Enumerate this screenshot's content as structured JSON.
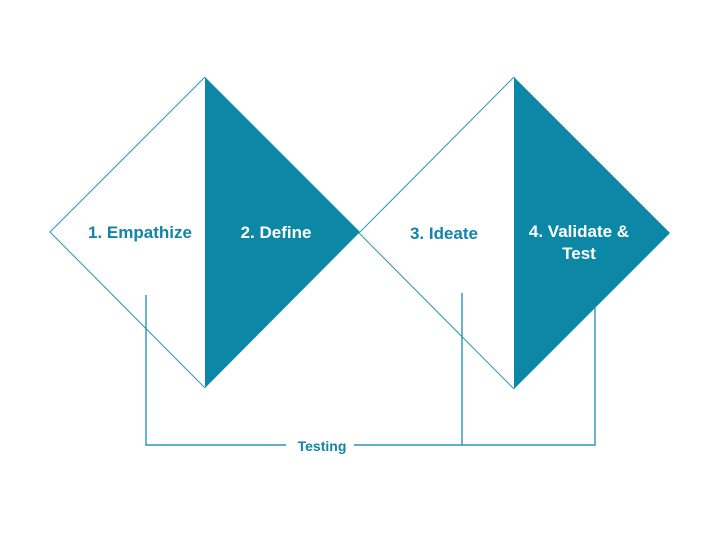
{
  "colors": {
    "background": "#ffffff",
    "teal": "#0d87a6",
    "teal-text": "#1284a8",
    "line": "#2b95b6",
    "white": "#ffffff"
  },
  "diagram": {
    "stages": [
      {
        "id": "empathize",
        "label": "1. Empathize",
        "half": "left-outline"
      },
      {
        "id": "define",
        "label": "2. Define",
        "half": "right-filled"
      },
      {
        "id": "ideate",
        "label": "3. Ideate",
        "half": "left-outline"
      },
      {
        "id": "validate",
        "label": "4. Validate & Test",
        "half": "right-filled"
      }
    ],
    "bracket": {
      "label": "Testing"
    }
  }
}
